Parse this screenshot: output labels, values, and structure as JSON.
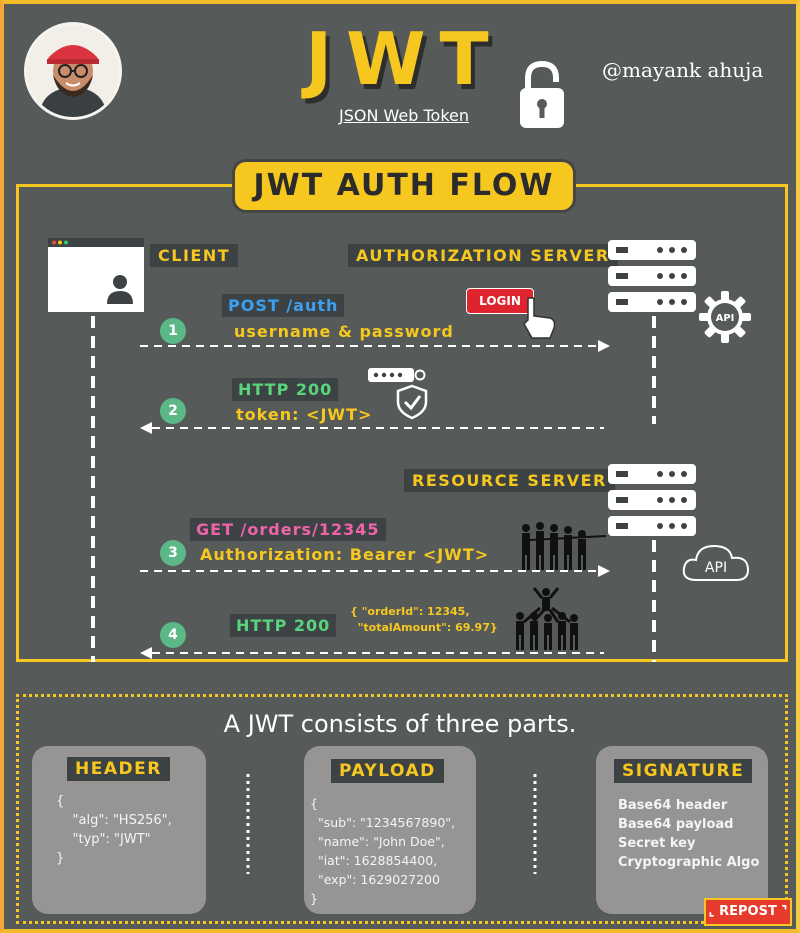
{
  "header": {
    "title": "JWT",
    "subtitle": "JSON Web Token",
    "handle": "@mayank ahuja"
  },
  "flow": {
    "title": "JWT AUTH FLOW",
    "client_label": "CLIENT",
    "auth_server_label": "AUTHORIZATION SERVER",
    "resource_server_label": "RESOURCE SERVER",
    "login_badge": "LOGIN",
    "api_label": "API",
    "steps": [
      {
        "number": "1",
        "method": "POST /auth",
        "detail": "username & password"
      },
      {
        "number": "2",
        "method": "HTTP 200",
        "detail": "token:  <JWT>"
      },
      {
        "number": "3",
        "method": "GET /orders/12345",
        "detail": "Authorization: Bearer <JWT>"
      },
      {
        "number": "4",
        "method": "HTTP 200",
        "detail": "{ \"orderId\": 12345,\n  \"totalAmount\": 69.97}"
      }
    ]
  },
  "parts": {
    "title": "A JWT consists of three parts.",
    "header": {
      "label": "HEADER",
      "body": "{\n    \"alg\": \"HS256\",\n    \"typ\": \"JWT\"\n}"
    },
    "payload": {
      "label": "PAYLOAD",
      "body": "{\n  \"sub\": \"1234567890\",\n  \"name\": \"John Doe\",\n  \"iat\": 1628854400,\n  \"exp\": 1629027200\n}"
    },
    "signature": {
      "label": "SIGNATURE",
      "lines": [
        "Base64 header",
        "Base64 payload",
        "Secret key",
        "Cryptographic Algo"
      ]
    }
  },
  "repost_label": "REPOST",
  "colors": {
    "background": "#565a59",
    "accent_yellow": "#f6c81f",
    "post_blue": "#3aa0ef",
    "http_green": "#5ad47c",
    "get_pink": "#f063a9",
    "step_green": "#5db887",
    "login_red": "#e0242f"
  }
}
